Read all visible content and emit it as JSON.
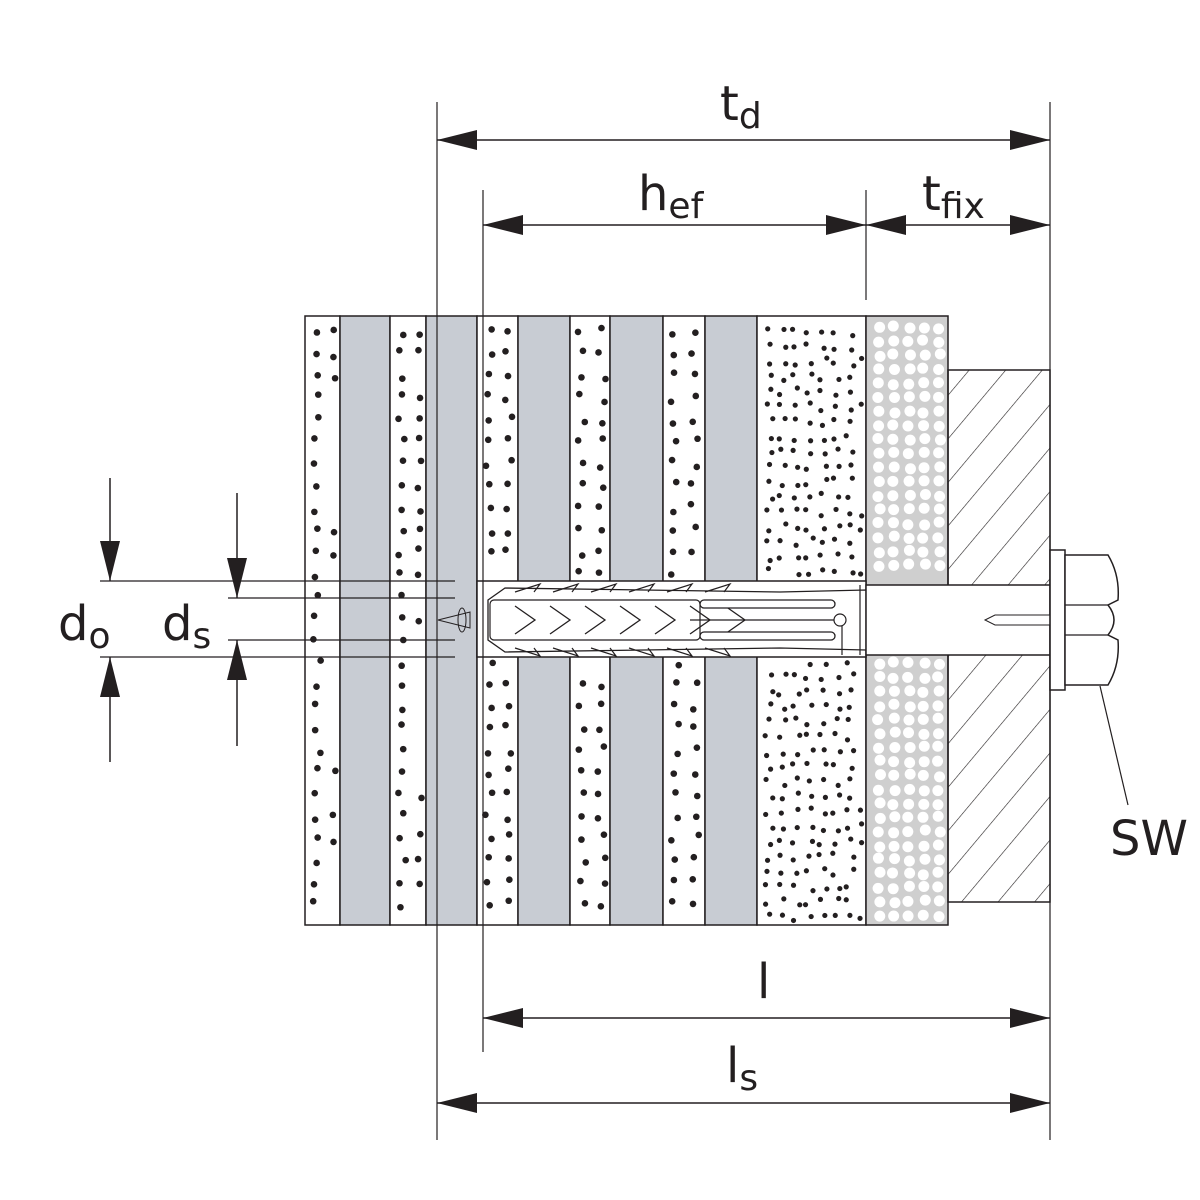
{
  "dimensions": {
    "td": {
      "main": "t",
      "sub": "d"
    },
    "hef": {
      "main": "h",
      "sub": "ef"
    },
    "tfix": {
      "main": "t",
      "sub": "fix"
    },
    "d0": {
      "main": "d",
      "sub": "o"
    },
    "ds": {
      "main": "d",
      "sub": "s"
    },
    "l": {
      "main": "l",
      "sub": ""
    },
    "ls": {
      "main": "l",
      "sub": "s"
    },
    "sw": {
      "main": "SW",
      "sub": ""
    }
  },
  "colors": {
    "line": "#231f20",
    "masonry_gray": "#c8ccd3",
    "insulation_gray": "#cfcfcf"
  }
}
